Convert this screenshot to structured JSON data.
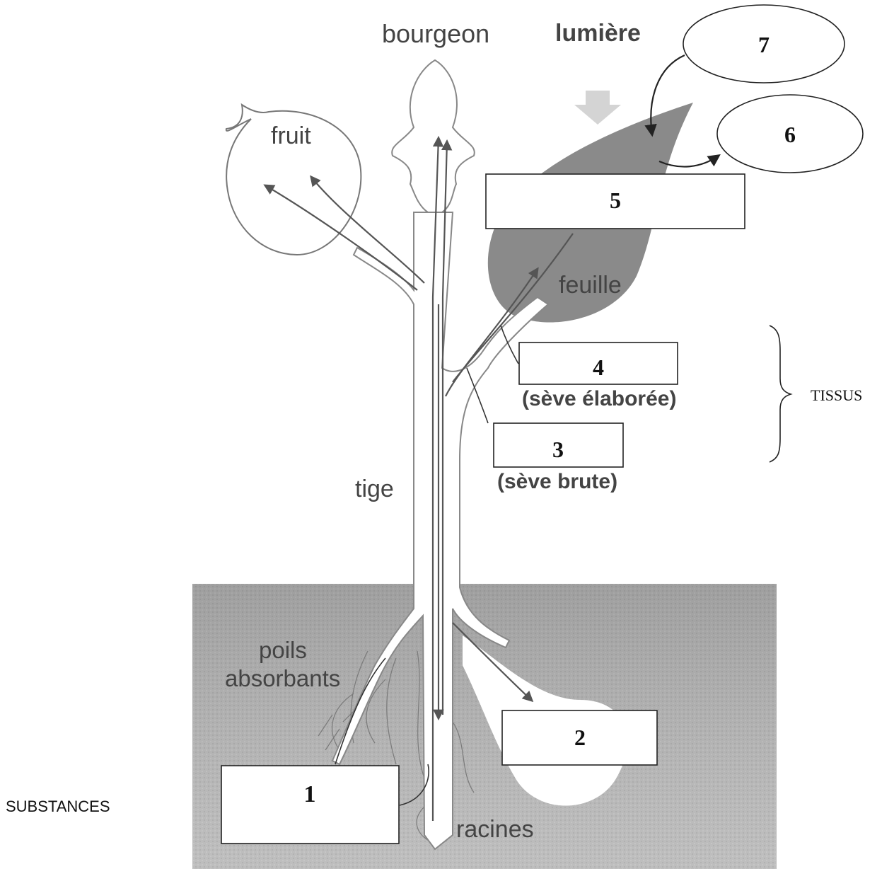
{
  "labels": {
    "bourgeon": "bourgeon",
    "lumiere": "lumière",
    "fruit": "fruit",
    "feuille": "feuille",
    "tige": "tige",
    "poils_line1": "poils",
    "poils_line2": "absorbants",
    "racines": "racines"
  },
  "boxes": {
    "b1": "1",
    "b2": "2",
    "b3": "3",
    "b3_sub": "(sève brute)",
    "b4": "4",
    "b4_sub": "(sève élaborée)",
    "b5": "5"
  },
  "ellipses": {
    "e6": "6",
    "e7": "7"
  },
  "side": {
    "tissus": "TISSUS",
    "substances": "SUBSTANCES"
  }
}
